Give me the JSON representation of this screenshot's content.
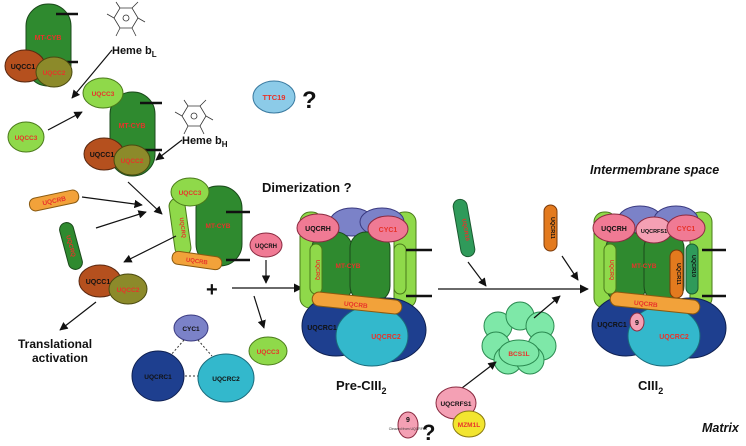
{
  "molecules": {
    "mt_cyb": "MT-CYB",
    "uqcc1": "UQCC1",
    "uqcc2": "UQCC2",
    "uqcc3": "UQCC3",
    "uqcrb": "UQCRB",
    "uqcrq": "UQCRQ",
    "uqcrh": "UQCRH",
    "cyc1": "CYC1",
    "uqcrc1": "UQCRC1",
    "uqcrc2": "UQCRC2",
    "uqcr10": "UQCR10",
    "uqcr11": "UQCR11",
    "uqcrfs1": "UQCRFS1",
    "ttc19": "TTC19",
    "bcs1l": "BCS1L",
    "mzm1l": "MZM1L",
    "nine": "9",
    "nine_note": "Cleaved from UQCRFS1"
  },
  "labels": {
    "heme_bl": "Heme b",
    "heme_bl_sub": "L",
    "heme_bh": "Heme b",
    "heme_bh_sub": "H",
    "question": "?",
    "dimerization": "Dimerization ?",
    "intermembrane": "Intermembrane space",
    "matrix": "Matrix",
    "plus": "+",
    "translational_1": "Translational",
    "translational_2": "activation",
    "pre_ciii": "Pre-CIII",
    "pre_ciii_sub": "2",
    "ciii": "CIII",
    "ciii_sub": "2"
  },
  "colors": {
    "green_dark": "#2f8a2f",
    "green_light": "#8fd94a",
    "brown": "#b5501e",
    "olive": "#8c8a2a",
    "orange": "#f2a23a",
    "pink": "#f07a94",
    "purple": "#7b82c8",
    "blue_dark": "#1e3f8f",
    "teal": "#33b8cc",
    "light_blue": "#8ccbe8",
    "yellow": "#f2e530",
    "mint": "#7ee8a8",
    "text_red": "#e8332a"
  }
}
